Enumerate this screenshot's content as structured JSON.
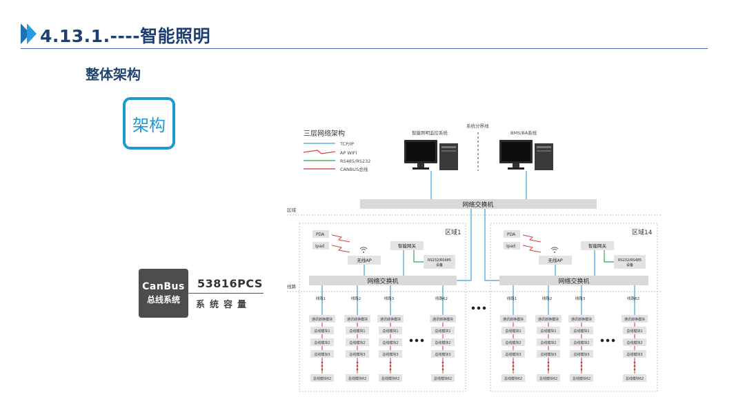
{
  "slide": {
    "title": "4.13.1.----智能照明",
    "subtitle": "整体架构",
    "badge": "架构",
    "accent": "#1d9ad6",
    "title_color": "#1f3f6e"
  },
  "canbus": {
    "line1": "CanBus",
    "line2": "总线系统",
    "capacity_value": "53816PCS",
    "capacity_label": "系统容量"
  },
  "diagram": {
    "heading": "三层网络架构",
    "legend": [
      {
        "label": "TCP/IP",
        "color": "#3a9fd8"
      },
      {
        "label": "AP WIFI",
        "color": "#d0453f"
      },
      {
        "label": "RS485/RS232",
        "color": "#2fa356"
      },
      {
        "label": "CANBUS总线",
        "color": "#cc3333"
      }
    ],
    "divider_label": "系统分界线",
    "computer_left": "智能照明监控系统",
    "computer_right": "BMS/BA系统",
    "top_switch": "网络交换机",
    "zone_layer": "区域",
    "line_layer": "线路",
    "zones": [
      {
        "name": "区域1",
        "pda": "PDA",
        "ipad": "Ipad",
        "ap": "无线AP",
        "gateway": "智能网关",
        "rs_device": "RS232/RS485设备",
        "switch": "网络交换机",
        "lines": [
          "线路1",
          "线路2",
          "线路3",
          "线路62"
        ],
        "conv": "通讯转换模块",
        "modules": [
          "总线模块1",
          "总线模块2",
          "总线模块3"
        ],
        "last_module": "总线模块62"
      },
      {
        "name": "区域14",
        "pda": "PDA",
        "ipad": "Ipad",
        "ap": "无线AP",
        "gateway": "智能网关",
        "rs_device": "RS232/RS485设备",
        "switch": "网络交换机",
        "lines": [
          "线路1",
          "线路2",
          "线路3",
          "线路62"
        ],
        "conv": "通讯转换模块",
        "modules": [
          "总线模块1",
          "总线模块2",
          "总线模块3"
        ],
        "last_module": "总线模块62"
      }
    ]
  }
}
